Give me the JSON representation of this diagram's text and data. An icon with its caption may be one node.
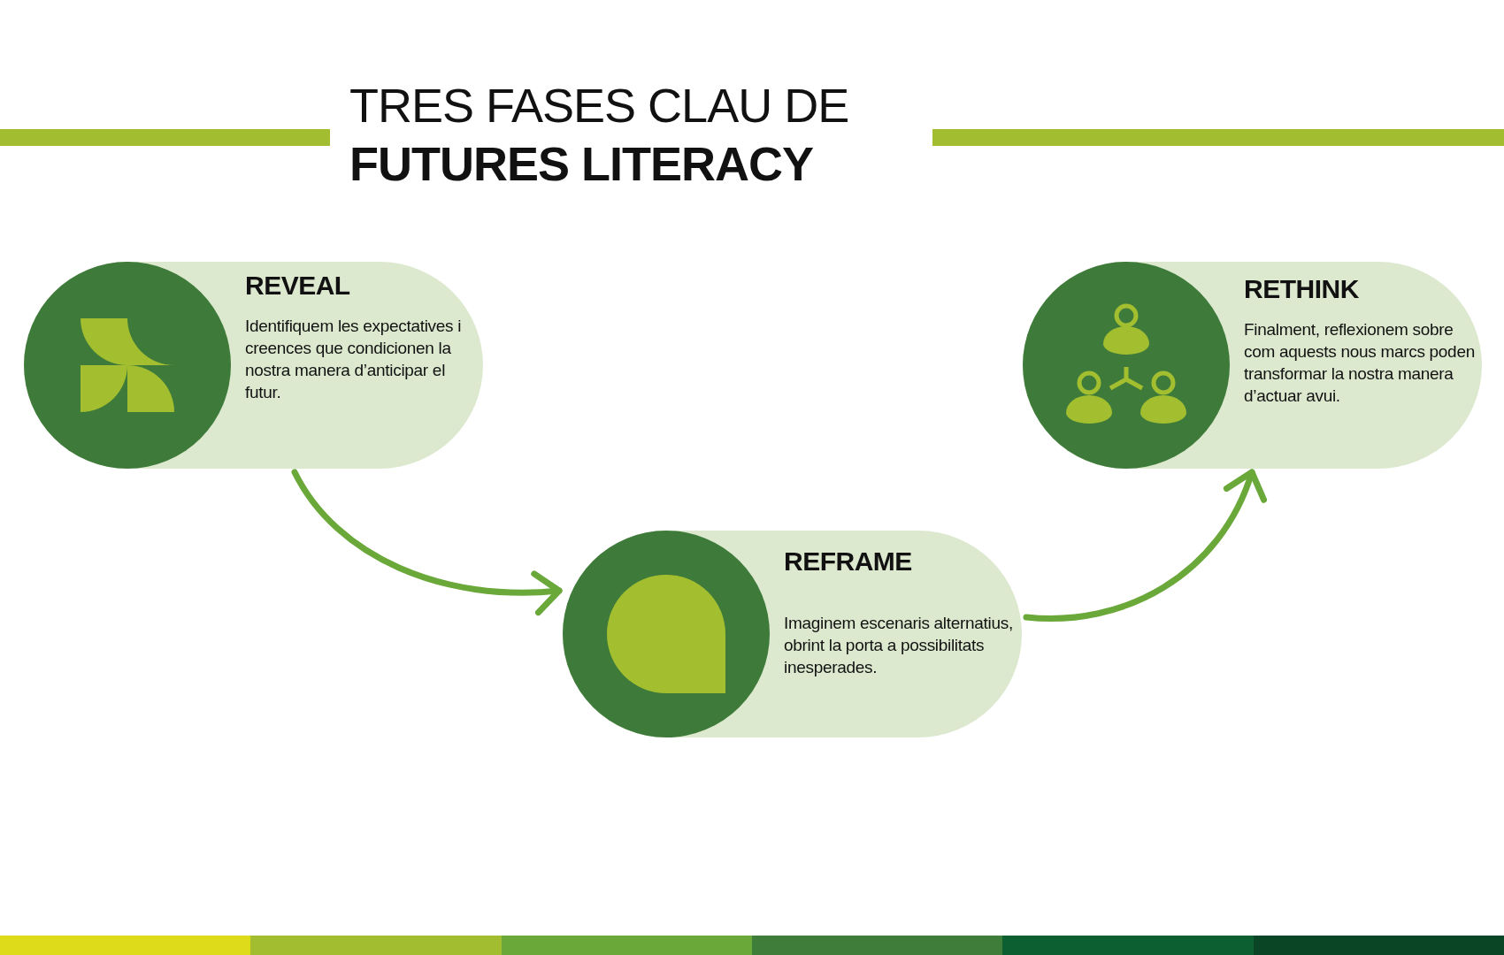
{
  "diagram": {
    "title": "TRES FASES CLAU DE **FUTURES LITERACY**",
    "nodes": [
      {
        "text": [
          "REVEAL",
          "Identifiquem les expectatives i creences que condicionen la nostra manera d’anticipar el futur."
        ]
      },
      {
        "text": [
          "REFRAME",
          "Imaginem escenaris alternatius, obrint la porta a possibilitats inesperades."
        ]
      },
      {
        "text": [
          "RETHINK",
          "Finalment, reflexionem sobre com aquests nous marcs poden transformar la nostra manera d’actuar avui."
        ]
      },
      {
        "text": [],
        "shape": "bar"
      },
      {
        "text": [],
        "shape": "bar"
      }
    ],
    "edges": [
      {
        "from": 0,
        "to": 1,
        "arrow": "to"
      },
      {
        "from": 1,
        "to": 2,
        "arrow": "to"
      }
    ]
  }
}
